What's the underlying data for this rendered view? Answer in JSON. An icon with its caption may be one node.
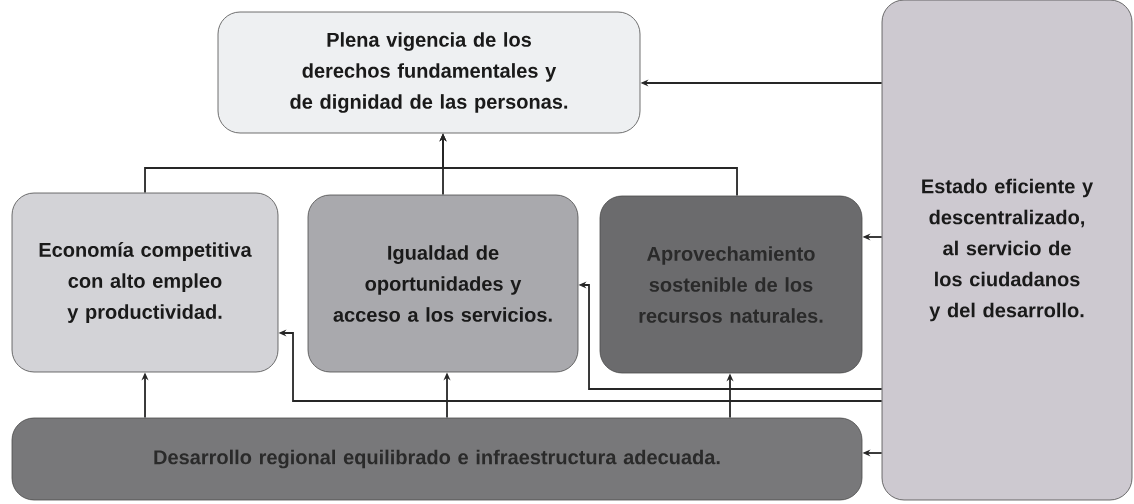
{
  "diagram": {
    "nodes": [
      {
        "text": [
          "Plena vigencia de los derechos fundamentales y de dignidad de las personas."
        ]
      },
      {
        "text": [
          "Economía competitiva con alto empleo y productividad."
        ]
      },
      {
        "text": [
          "Igualdad de oportunidades y acceso a los servicios."
        ]
      },
      {
        "text": [
          "Aprovechamiento sostenible de los recursos naturales."
        ]
      },
      {
        "text": [
          "Desarrollo regional equilibrado e infraestructura adecuada."
        ]
      },
      {
        "text": [
          "Estado eficiente y descentralizado, al servicio de los ciudadanos y del desarrollo."
        ]
      }
    ],
    "edges": [
      {
        "from": 1,
        "to": 0,
        "arrow": "to"
      },
      {
        "from": 2,
        "to": 0,
        "arrow": "to"
      },
      {
        "from": 3,
        "to": 0,
        "arrow": "to"
      },
      {
        "from": 5,
        "to": 0,
        "arrow": "to"
      },
      {
        "from": 5,
        "to": 3,
        "arrow": "to"
      },
      {
        "from": 5,
        "to": 2,
        "arrow": "to"
      },
      {
        "from": 5,
        "to": 1,
        "arrow": "to"
      },
      {
        "from": 4,
        "to": 1,
        "arrow": "to"
      },
      {
        "from": 4,
        "to": 2,
        "arrow": "to"
      },
      {
        "from": 4,
        "to": 3,
        "arrow": "to"
      },
      {
        "from": 5,
        "to": 4,
        "arrow": "to"
      }
    ]
  }
}
